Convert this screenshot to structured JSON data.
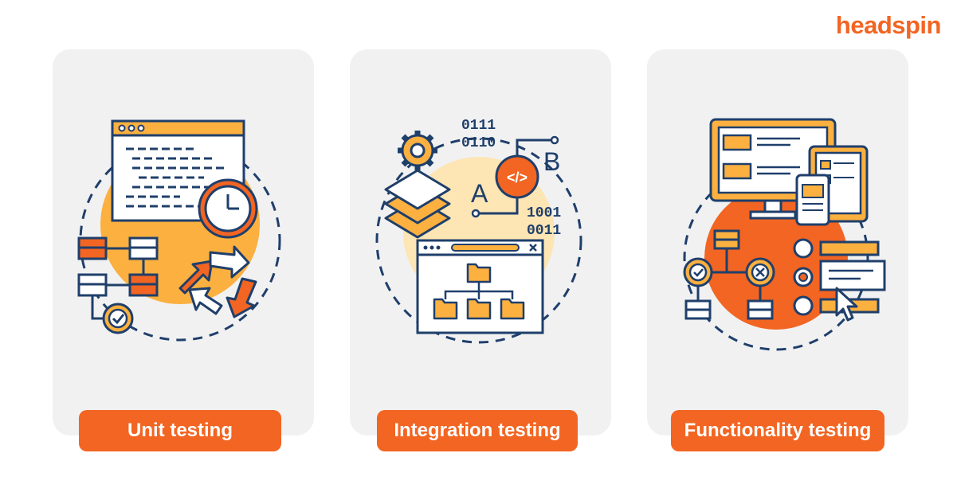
{
  "brand": {
    "name": "headspin",
    "color": "#f26522"
  },
  "colors": {
    "accent": "#f26522",
    "navy": "#1f3f6b",
    "yellow": "#fbb040",
    "pale": "#fde5b4",
    "card": "#f1f1f2"
  },
  "cards": [
    {
      "label": "Unit testing",
      "icon": "unit-testing-illustration"
    },
    {
      "label": "Integration testing",
      "icon": "integration-testing-illustration"
    },
    {
      "label": "Functionality testing",
      "icon": "functionality-testing-illustration"
    }
  ],
  "integration": {
    "binary_top": [
      "0111",
      "0110"
    ],
    "binary_bottom": [
      "1001",
      "0011"
    ],
    "letter_a": "A",
    "letter_b": "B",
    "code_tag": "</>"
  }
}
